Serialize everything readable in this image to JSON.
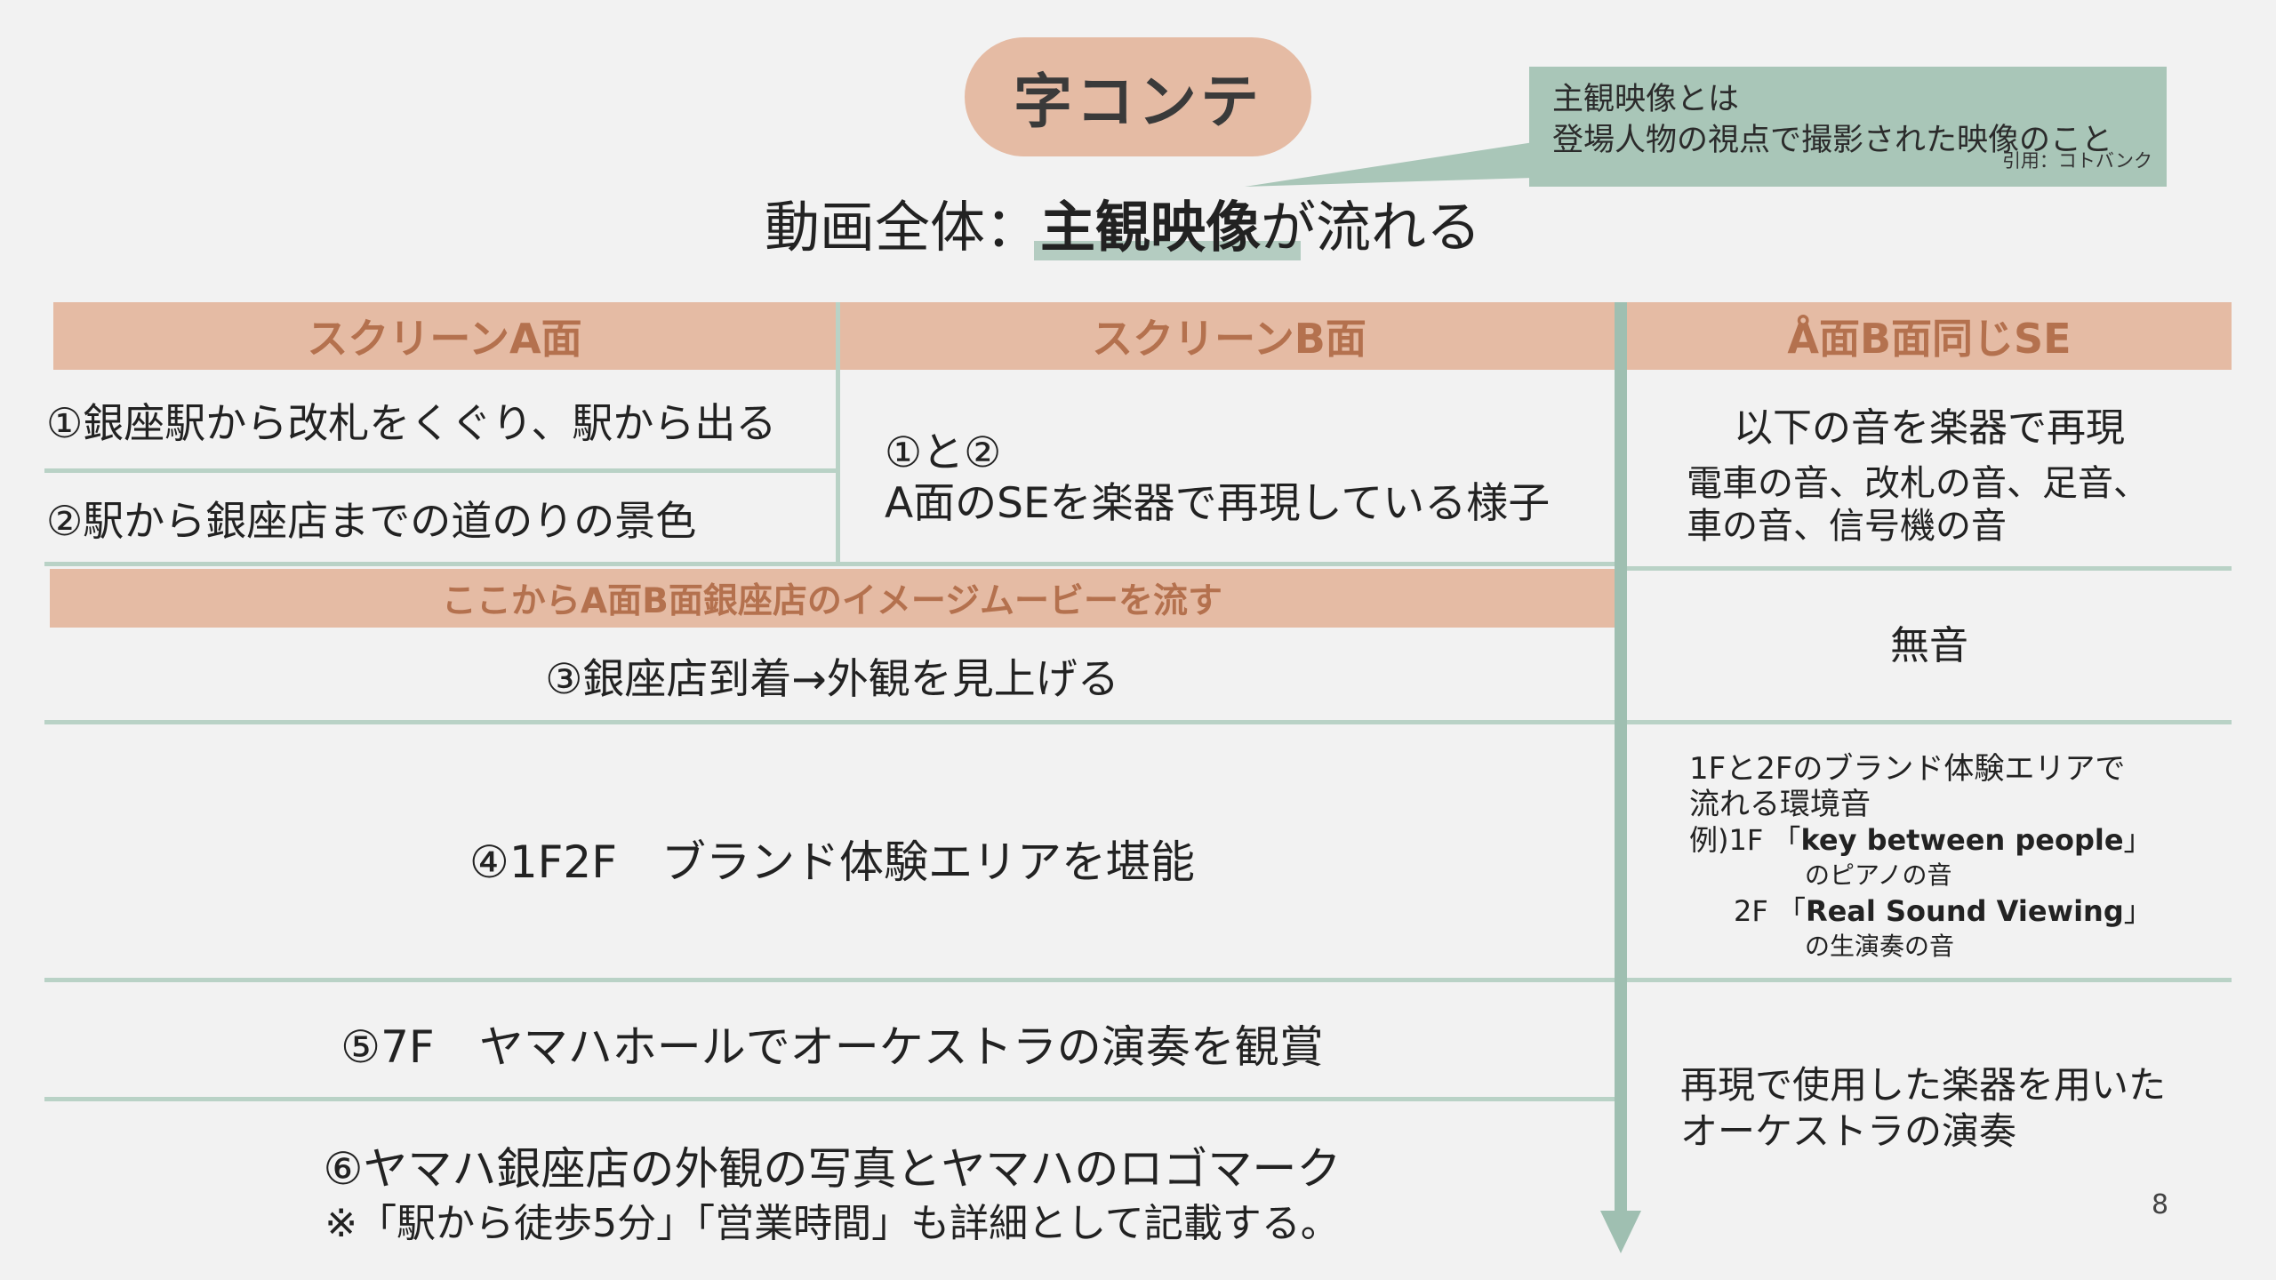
{
  "title": "字コンテ",
  "subtitle": {
    "prefix": "動画全体：",
    "emphasis": "主観映像",
    "suffix": "が流れる"
  },
  "callout": {
    "line1": "主観映像とは",
    "line2": "登場人物の視点で撮影された映像のこと",
    "source": "引用：コトバンク"
  },
  "headers": {
    "screen_a": "スクリーンA面",
    "screen_b": "スクリーンB面",
    "se": "Å面B面同じSE"
  },
  "rows": {
    "r1_a": "①銀座駅から改札をくぐり、駅から出る",
    "r2_a": "②駅から銀座店までの道のりの景色",
    "b_line1": "①と②",
    "b_line2": "A面のSEを楽器で再現している様子",
    "se1_line1": "以下の音を楽器で再現",
    "se1_line2": "電車の音、改札の音、足音、",
    "se1_line3": "車の音、信号機の音",
    "banner": "ここからA面B面銀座店のイメージムービーを流す",
    "r3": "③銀座店到着→外観を見上げる",
    "se2": "無音",
    "r4": "④1F2F　ブランド体験エリアを堪能",
    "se3_line1": "1Fと2Fのブランド体験エリアで",
    "se3_line2": "流れる環境音",
    "se3_ex1_prefix": "例)1F 「",
    "se3_ex1_title": "key between people",
    "se3_ex1_suffix": "」",
    "se3_ex1_note": "のピアノの音",
    "se3_ex2_prefix": "2F 「",
    "se3_ex2_title": "Real Sound Viewing",
    "se3_ex2_suffix": "」",
    "se3_ex2_note": "の生演奏の音",
    "r5": "⑤7F　ヤマハホールでオーケストラの演奏を観賞",
    "se4_line1": "再現で使用した楽器を用いた",
    "se4_line2": "オーケストラの演奏",
    "r6_line1": "⑥ヤマハ銀座店の外観の写真とヤマハのロゴマーク",
    "r6_line2": "※「駅から徒歩5分」「営業時間」も詳細として記載する。"
  },
  "page_number": "8",
  "colors": {
    "peach": "#e5bba4",
    "header_text": "#b4714e",
    "sage": "#a9c6b8"
  }
}
